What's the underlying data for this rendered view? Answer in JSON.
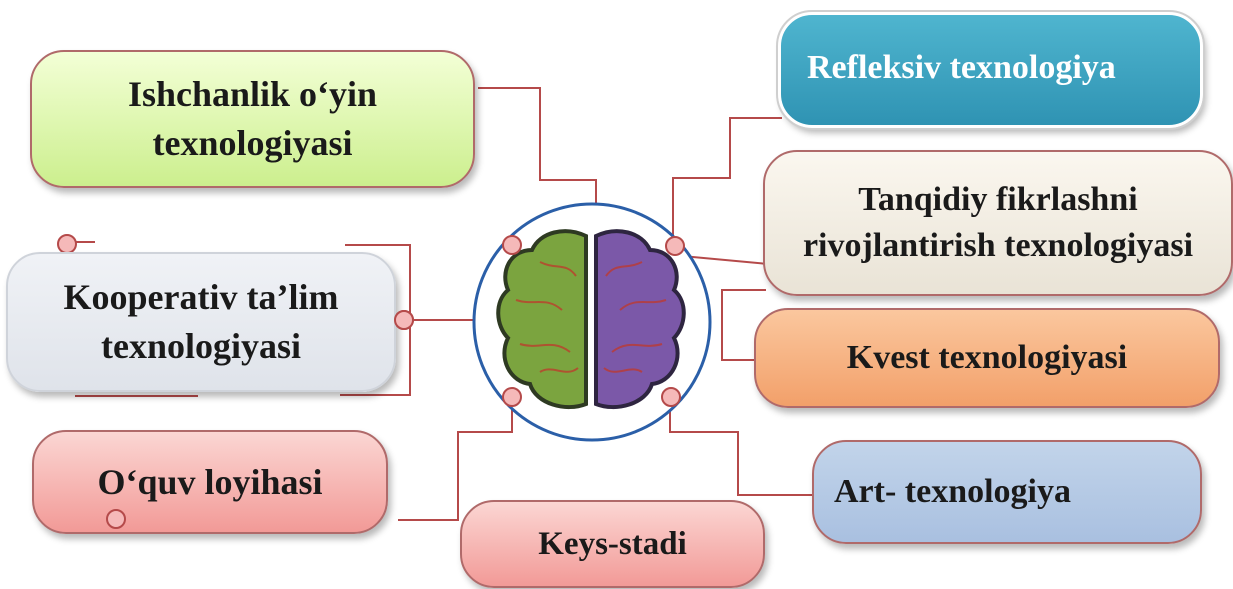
{
  "center": {
    "icon": "brain-icon"
  },
  "nodes": {
    "ishchanlik": {
      "line1": "Ishchanlik o‘yin",
      "line2": "texnologiyasi"
    },
    "refleksiv": {
      "label": "Refleksiv texnologiya"
    },
    "tanqidiy": {
      "line1": "Tanqidiy fikrlashni",
      "line2": "rivojlantirish texnologiyasi"
    },
    "kooperativ": {
      "line1": "Kooperativ ta’lim",
      "line2": "texnologiyasi"
    },
    "kvest": {
      "label": "Kvest texnologiyasi"
    },
    "oquv": {
      "label": "O‘quv loyihasi"
    },
    "keys": {
      "label": "Keys-stadi"
    },
    "art": {
      "label": "Art- texnologiya"
    }
  },
  "colors": {
    "connector": "#b54a4a",
    "bead": "#f5b9b9",
    "brain_left": "#7ba43f",
    "brain_right": "#7b58a8",
    "circle_border": "#2b5fa8"
  }
}
